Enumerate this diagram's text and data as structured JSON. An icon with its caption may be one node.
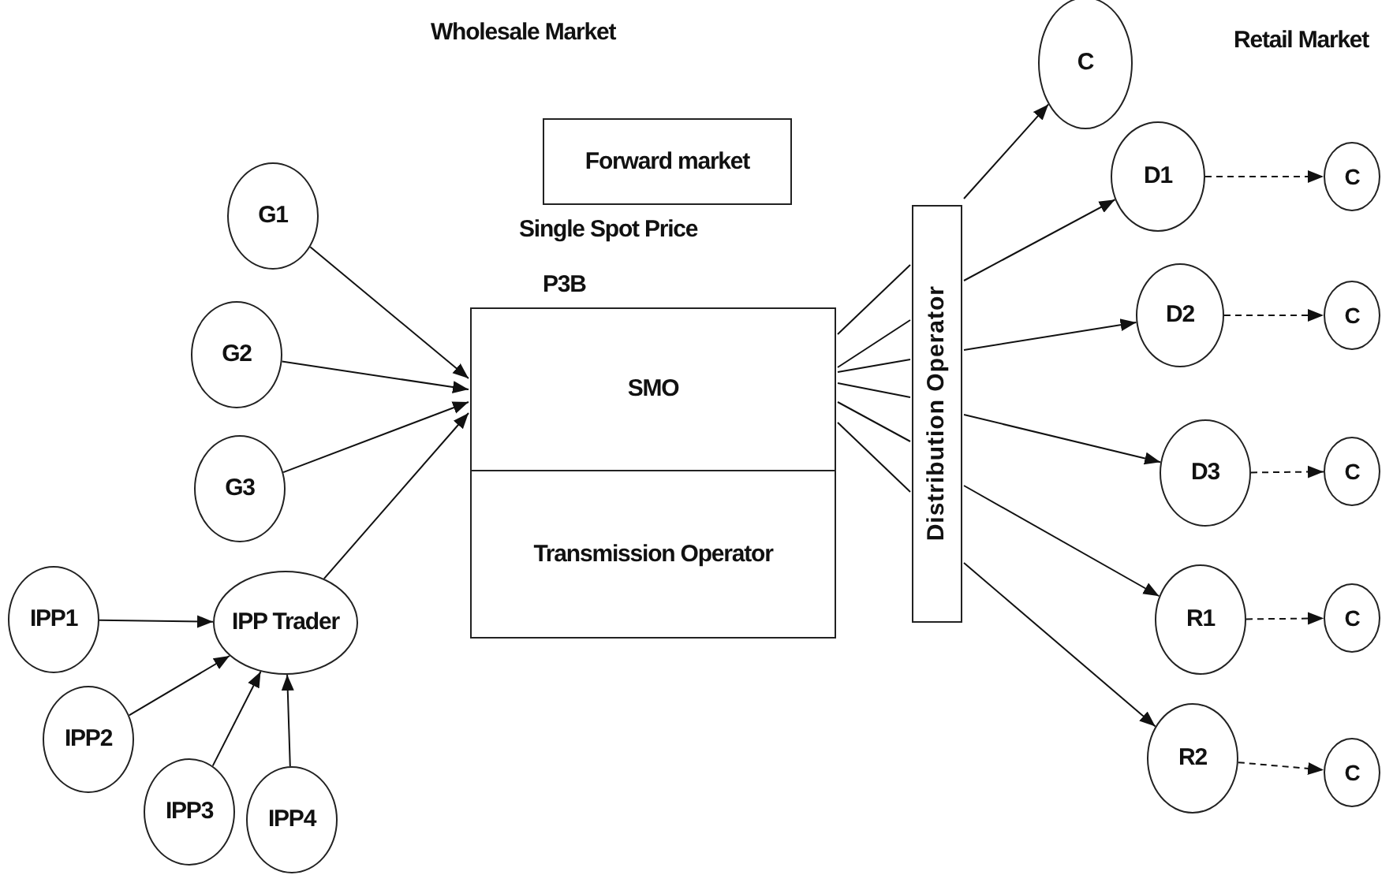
{
  "diagram": {
    "nodes": [
      {
        "text": [
          "Forward market"
        ]
      },
      {
        "text": [
          "G1"
        ]
      },
      {
        "text": [
          "G2"
        ]
      },
      {
        "text": [
          "G3"
        ]
      },
      {
        "text": [
          "SMO"
        ]
      },
      {
        "text": [
          "Transmission Operator"
        ]
      },
      {
        "text": [
          "Distribution Operator"
        ]
      },
      {
        "text": [
          "C"
        ]
      },
      {
        "text": [
          "D1"
        ]
      },
      {
        "text": [
          "C"
        ]
      },
      {
        "text": [
          "D2"
        ]
      },
      {
        "text": [
          "C"
        ]
      },
      {
        "text": [
          "D3"
        ]
      },
      {
        "text": [
          "C"
        ]
      },
      {
        "text": [
          "R1"
        ]
      },
      {
        "text": [
          "C"
        ]
      },
      {
        "text": [
          "R2"
        ]
      },
      {
        "text": [
          "C"
        ]
      },
      {
        "text": [
          "IPP1"
        ]
      },
      {
        "text": [
          "IPP Trader"
        ]
      },
      {
        "text": [
          "IPP2"
        ]
      },
      {
        "text": [
          "IPP3"
        ]
      },
      {
        "text": [
          "IPP4"
        ]
      }
    ],
    "edges": [
      {
        "from": 1,
        "to": 4,
        "arrow": "to"
      },
      {
        "from": 2,
        "to": 4,
        "arrow": "to"
      },
      {
        "from": 3,
        "to": 4,
        "arrow": "to"
      },
      {
        "from": 19,
        "to": 4,
        "arrow": "to"
      },
      {
        "from": 18,
        "to": 19,
        "arrow": "to"
      },
      {
        "from": 20,
        "to": 19,
        "arrow": "to"
      },
      {
        "from": 21,
        "to": 19,
        "arrow": "to"
      },
      {
        "from": 22,
        "to": 19,
        "arrow": "to"
      },
      {
        "from": 4,
        "to": 6,
        "arrow": "none"
      },
      {
        "from": 4,
        "to": 6,
        "arrow": "none"
      },
      {
        "from": 4,
        "to": 6,
        "arrow": "none"
      },
      {
        "from": 4,
        "to": 6,
        "arrow": "none"
      },
      {
        "from": 4,
        "to": 6,
        "arrow": "none"
      },
      {
        "from": 4,
        "to": 6,
        "arrow": "none"
      },
      {
        "from": 6,
        "to": 7,
        "arrow": "to"
      },
      {
        "from": 6,
        "to": 8,
        "arrow": "to"
      },
      {
        "from": 6,
        "to": 10,
        "arrow": "to"
      },
      {
        "from": 6,
        "to": 12,
        "arrow": "to"
      },
      {
        "from": 6,
        "to": 14,
        "arrow": "to"
      },
      {
        "from": 6,
        "to": 16,
        "arrow": "to"
      },
      {
        "from": 8,
        "to": 9,
        "arrow": "to",
        "style": "dashed"
      },
      {
        "from": 10,
        "to": 11,
        "arrow": "to",
        "style": "dashed"
      },
      {
        "from": 12,
        "to": 13,
        "arrow": "to",
        "style": "dashed"
      },
      {
        "from": 14,
        "to": 15,
        "arrow": "to",
        "style": "dashed"
      },
      {
        "from": 16,
        "to": 17,
        "arrow": "to",
        "style": "dashed"
      }
    ],
    "labels": [
      "Wholesale Market",
      "Retail Market",
      "Single Spot Price",
      "P3B"
    ]
  }
}
